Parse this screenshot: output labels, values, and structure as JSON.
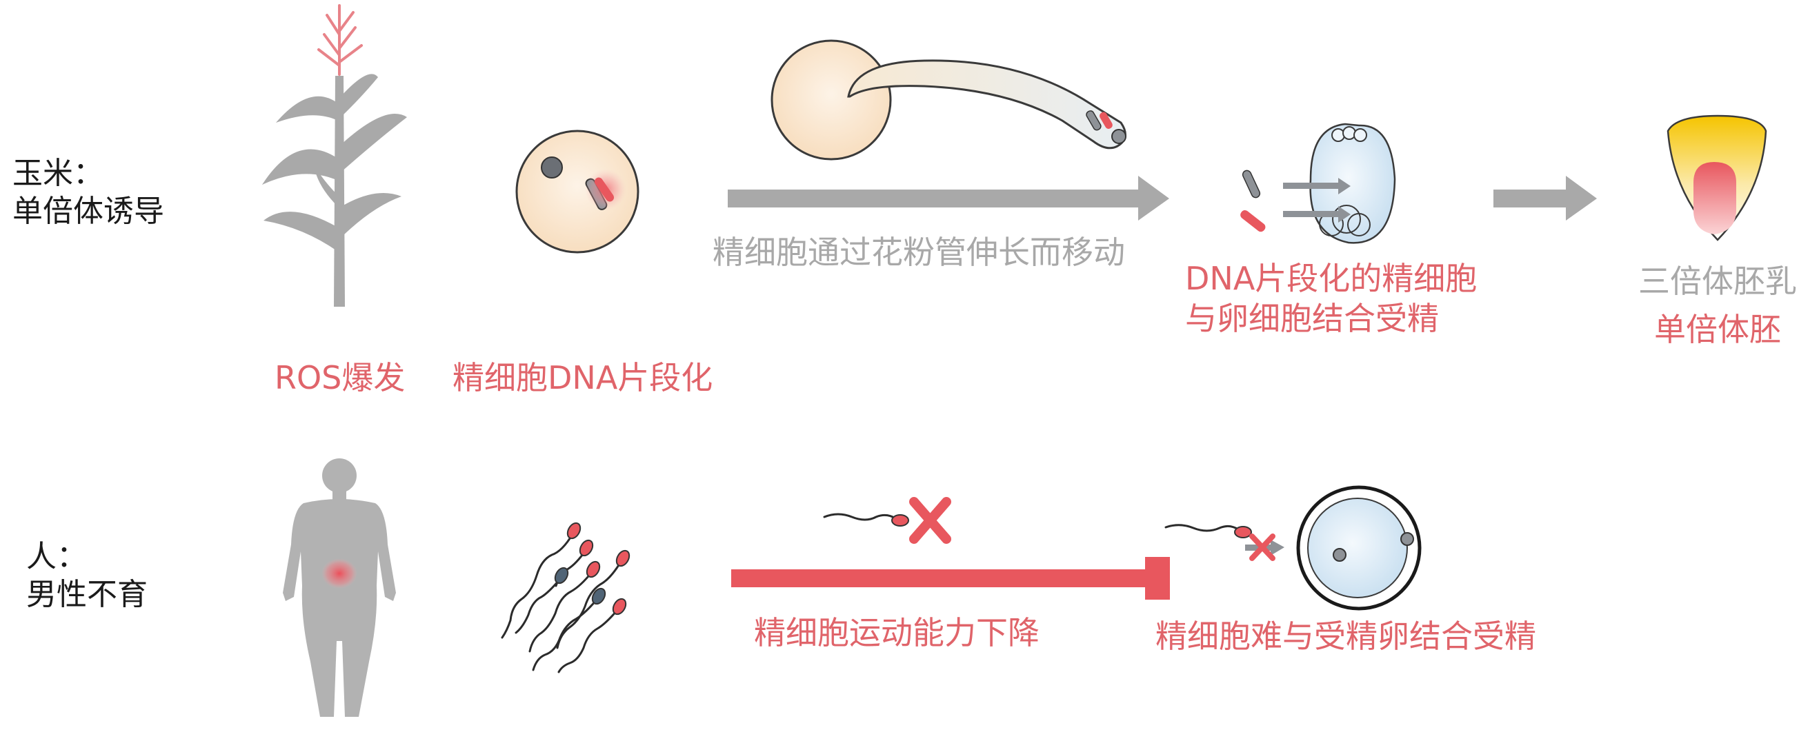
{
  "rows": {
    "maize": {
      "title_line1": "玉米：",
      "title_line2": "单倍体诱导"
    },
    "human": {
      "title_line1": "人：",
      "title_line2": "男性不育"
    }
  },
  "maize": {
    "ros_burst": "ROS爆发",
    "sperm_dna_fragmentation": "精细胞DNA片段化",
    "pollen_tube_elongation": "精细胞通过花粉管伸长而移动",
    "fertilization_line1": "DNA片段化的精细胞",
    "fertilization_line2": "与卵细胞结合受精",
    "endosperm": "三倍体胚乳",
    "haploid_embryo": "单倍体胚"
  },
  "human": {
    "motility_decline": "精细胞运动能力下降",
    "fertilization_failure": "精细胞难与受精卵结合受精"
  },
  "colors": {
    "accent_red": "#e0646a",
    "gray_label": "#a8a8a8",
    "gray_shape": "#a9a9a9",
    "text_dark": "#1a1a1a",
    "endosperm_yellow": "#f5c400"
  }
}
